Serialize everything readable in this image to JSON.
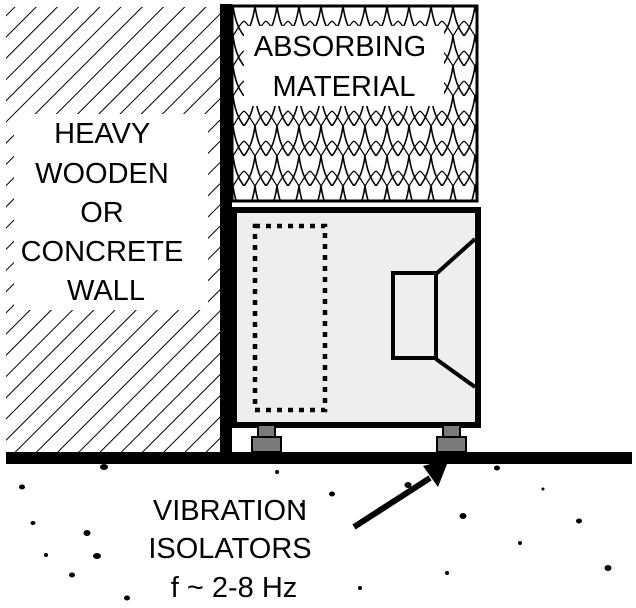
{
  "wall_label": {
    "lines": [
      "HEAVY",
      "WOODEN",
      "OR",
      "CONCRETE",
      "WALL"
    ]
  },
  "absorber_label": {
    "lines": [
      "ABSORBING",
      "MATERIAL"
    ]
  },
  "isolator_label": {
    "lines": [
      "VIBRATION",
      "ISOLATORS",
      "f ~ 2-8 Hz"
    ]
  },
  "colors": {
    "ink": "#000000",
    "cabinet_fill": "#eeeeee",
    "isolator_fill": "#7a7a7a",
    "background": "#ffffff"
  }
}
